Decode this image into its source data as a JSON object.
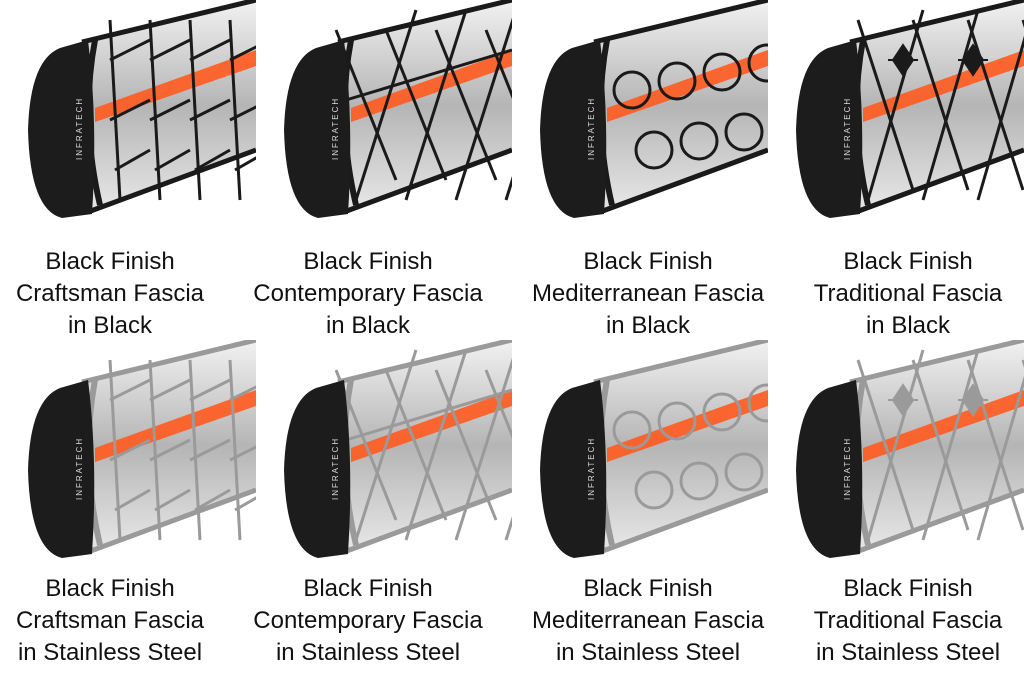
{
  "brand_mark": "INFRATECH",
  "colors": {
    "cap": "#1c1c1c",
    "body": "#c9c9c9",
    "element": "#ff5a1f",
    "fascia_black": "#1a1a1a",
    "fascia_steel": "#9a9a9a"
  },
  "products": [
    {
      "line1": "Black Finish",
      "line2": "Craftsman Fascia",
      "line3": "in Black",
      "pattern": "craftsman",
      "fascia": "black"
    },
    {
      "line1": "Black Finish",
      "line2": "Contemporary Fascia",
      "line3": "in Black",
      "pattern": "contemporary",
      "fascia": "black"
    },
    {
      "line1": "Black Finish",
      "line2": "Mediterranean Fascia",
      "line3": "in Black",
      "pattern": "mediterranean",
      "fascia": "black"
    },
    {
      "line1": "Black Finish",
      "line2": "Traditional Fascia",
      "line3": "in Black",
      "pattern": "traditional",
      "fascia": "black"
    },
    {
      "line1": "Black Finish",
      "line2": "Craftsman Fascia",
      "line3": "in Stainless Steel",
      "pattern": "craftsman",
      "fascia": "steel"
    },
    {
      "line1": "Black Finish",
      "line2": "Contemporary Fascia",
      "line3": "in Stainless Steel",
      "pattern": "contemporary",
      "fascia": "steel"
    },
    {
      "line1": "Black Finish",
      "line2": "Mediterranean Fascia",
      "line3": "in Stainless Steel",
      "pattern": "mediterranean",
      "fascia": "steel"
    },
    {
      "line1": "Black Finish",
      "line2": "Traditional Fascia",
      "line3": "in Stainless Steel",
      "pattern": "traditional",
      "fascia": "steel"
    }
  ]
}
